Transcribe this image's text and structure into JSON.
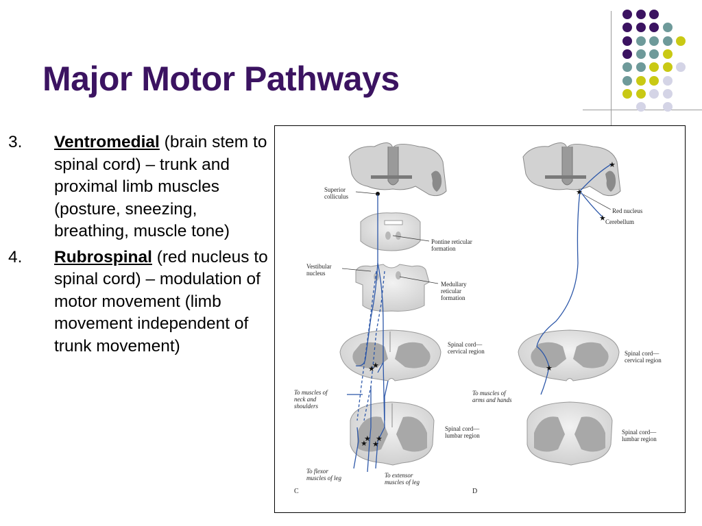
{
  "slide": {
    "title": "Major Motor Pathways",
    "colors": {
      "title": "#3b1361",
      "accent_purple": "#3b1361",
      "accent_teal": "#6e9a9a",
      "accent_yellow": "#c9c914",
      "accent_lavender": "#d4d4e6"
    }
  },
  "bullets": [
    {
      "number": "3.",
      "term": "Ventromedial",
      "text": " (brain stem to spinal cord) – trunk and proximal limb muscles (posture, sneezing, breathing, muscle tone)"
    },
    {
      "number": "4.",
      "term": "Rubrospinal",
      "text": " (red nucleus to spinal cord) – modulation of motor movement (limb movement independent of trunk movement)"
    }
  ],
  "figure": {
    "labels": {
      "superior_colliculus": [
        "Superior",
        "colliculus"
      ],
      "pontine": [
        "Pontine reticular",
        "formation"
      ],
      "vestibular": [
        "Vestibular",
        "nucleus"
      ],
      "medullary": [
        "Medullary",
        "reticular",
        "formation"
      ],
      "cervical_c": [
        "Spinal cord—",
        "cervical region"
      ],
      "neck_shoulders": [
        "To muscles of",
        "neck and",
        "shoulders"
      ],
      "lumbar_c": [
        "Spinal cord—",
        "lumbar region"
      ],
      "flexor": [
        "To flexor",
        "muscles of leg"
      ],
      "extensor": [
        "To extensor",
        "muscles of leg"
      ],
      "panel_c": "C",
      "red_nucleus": "Red nucleus",
      "cerebellum": "Cerebellum",
      "cervical_d": [
        "Spinal cord—",
        "cervical region"
      ],
      "arms_hands": [
        "To muscles of",
        "arms and hands"
      ],
      "lumbar_d": [
        "Spinal cord—",
        "lumbar region"
      ],
      "panel_d": "D"
    }
  }
}
